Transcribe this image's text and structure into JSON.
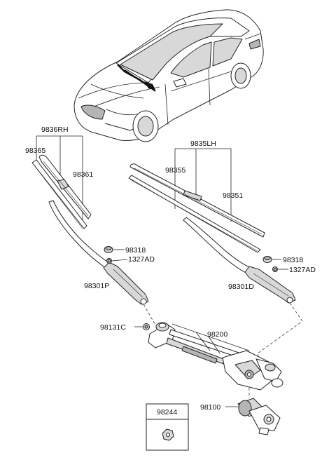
{
  "labels": {
    "lh_set": "9835LH",
    "rh_set": "9836RH",
    "blade_rh_refill": "98365",
    "blade_rh": "98361",
    "blade_lh_refill": "98355",
    "blade_lh": "98351",
    "cap_rh": "98318",
    "nut_rh": "1327AD",
    "arm_rh": "98301P",
    "cap_lh": "98318",
    "nut_lh": "1327AD",
    "arm_lh": "98301D",
    "bolt": "98131C",
    "linkage": "98200",
    "motor": "98100",
    "small_nut_box": "98244"
  }
}
